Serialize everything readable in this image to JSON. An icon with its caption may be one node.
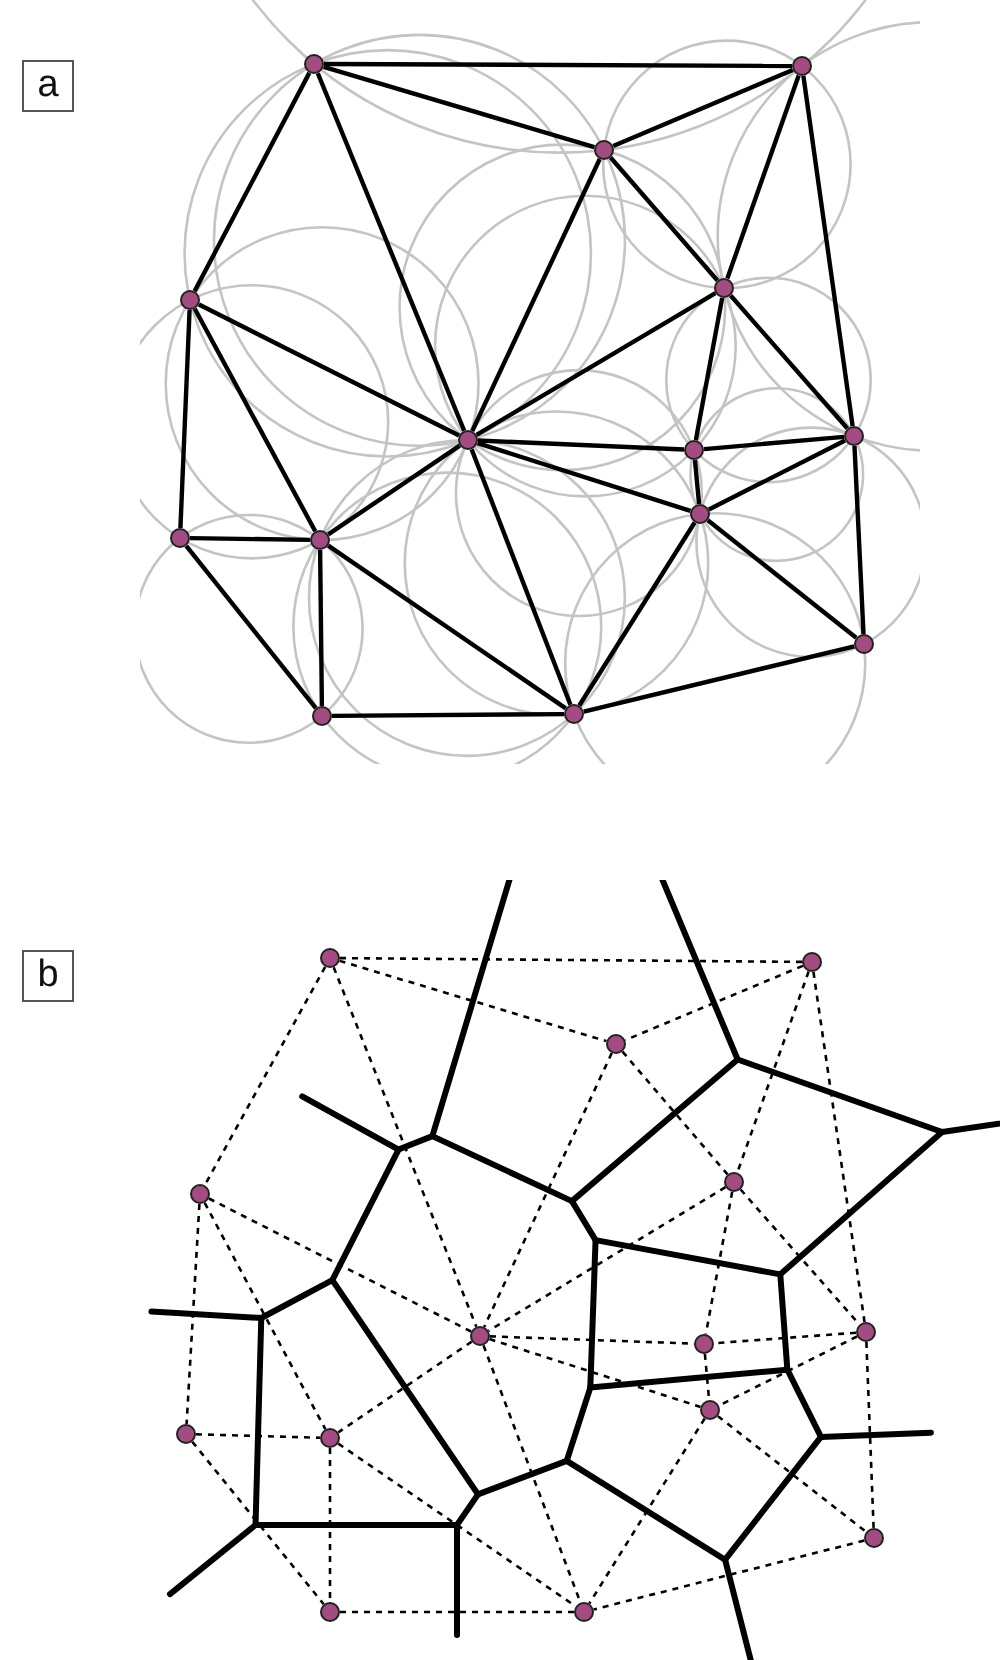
{
  "diagram": {
    "nodes": [
      {
        "text": [
          "a"
        ]
      },
      {
        "text": [],
        "shape": "circle"
      },
      {
        "text": [],
        "shape": "circle"
      },
      {
        "text": [],
        "shape": "circle"
      },
      {
        "text": [],
        "shape": "circle"
      },
      {
        "text": [],
        "shape": "circle"
      },
      {
        "text": [],
        "shape": "circle"
      },
      {
        "text": [],
        "shape": "circle"
      },
      {
        "text": [],
        "shape": "circle"
      },
      {
        "text": [],
        "shape": "circle"
      },
      {
        "text": [],
        "shape": "circle"
      },
      {
        "text": [],
        "shape": "circle"
      },
      {
        "text": [],
        "shape": "circle"
      },
      {
        "text": [],
        "shape": "circle"
      },
      {
        "text": [],
        "shape": "circle"
      },
      {
        "text": [
          "b"
        ]
      },
      {
        "text": [],
        "shape": "circle"
      },
      {
        "text": [],
        "shape": "circle"
      },
      {
        "text": [],
        "shape": "circle"
      },
      {
        "text": [],
        "shape": "circle"
      },
      {
        "text": [],
        "shape": "circle"
      },
      {
        "text": [],
        "shape": "circle"
      },
      {
        "text": [],
        "shape": "circle"
      },
      {
        "text": [],
        "shape": "circle"
      },
      {
        "text": [],
        "shape": "circle"
      },
      {
        "text": [],
        "shape": "circle"
      },
      {
        "text": [],
        "shape": "circle"
      },
      {
        "text": [],
        "shape": "circle"
      },
      {
        "text": [],
        "shape": "circle"
      },
      {
        "text": [],
        "shape": "circle"
      }
    ],
    "edges": [
      {
        "from": 1,
        "to": 2,
        "arrow": "none"
      },
      {
        "from": 1,
        "to": 3,
        "arrow": "none"
      },
      {
        "from": 1,
        "to": 4,
        "arrow": "none"
      },
      {
        "from": 1,
        "to": 6,
        "arrow": "none"
      },
      {
        "from": 2,
        "to": 3,
        "arrow": "none"
      },
      {
        "from": 2,
        "to": 5,
        "arrow": "none"
      },
      {
        "from": 2,
        "to": 7,
        "arrow": "none"
      },
      {
        "from": 3,
        "to": 6,
        "arrow": "none"
      },
      {
        "from": 3,
        "to": 5,
        "arrow": "none"
      },
      {
        "from": 4,
        "to": 6,
        "arrow": "none"
      },
      {
        "from": 4,
        "to": 9,
        "arrow": "none"
      },
      {
        "from": 4,
        "to": 10,
        "arrow": "none"
      },
      {
        "from": 5,
        "to": 6,
        "arrow": "none"
      },
      {
        "from": 5,
        "to": 8,
        "arrow": "none"
      },
      {
        "from": 5,
        "to": 7,
        "arrow": "none"
      },
      {
        "from": 6,
        "to": 8,
        "arrow": "none"
      },
      {
        "from": 6,
        "to": 11,
        "arrow": "none"
      },
      {
        "from": 6,
        "to": 10,
        "arrow": "none"
      },
      {
        "from": 6,
        "to": 14,
        "arrow": "none"
      },
      {
        "from": 7,
        "to": 8,
        "arrow": "none"
      },
      {
        "from": 7,
        "to": 11,
        "arrow": "none"
      },
      {
        "from": 7,
        "to": 12,
        "arrow": "none"
      },
      {
        "from": 8,
        "to": 11,
        "arrow": "none"
      },
      {
        "from": 9,
        "to": 10,
        "arrow": "none"
      },
      {
        "from": 9,
        "to": 13,
        "arrow": "none"
      },
      {
        "from": 10,
        "to": 13,
        "arrow": "none"
      },
      {
        "from": 10,
        "to": 14,
        "arrow": "none"
      },
      {
        "from": 11,
        "to": 14,
        "arrow": "none"
      },
      {
        "from": 11,
        "to": 12,
        "arrow": "none"
      },
      {
        "from": 12,
        "to": 14,
        "arrow": "none"
      },
      {
        "from": 13,
        "to": 14,
        "arrow": "none"
      },
      {
        "from": 16,
        "to": 17,
        "arrow": "none",
        "style": "dashed"
      },
      {
        "from": 16,
        "to": 18,
        "arrow": "none",
        "style": "dashed"
      },
      {
        "from": 16,
        "to": 19,
        "arrow": "none",
        "style": "dashed"
      },
      {
        "from": 16,
        "to": 21,
        "arrow": "none",
        "style": "dashed"
      },
      {
        "from": 17,
        "to": 18,
        "arrow": "none",
        "style": "dashed"
      },
      {
        "from": 17,
        "to": 20,
        "arrow": "none",
        "style": "dashed"
      },
      {
        "from": 17,
        "to": 22,
        "arrow": "none",
        "style": "dashed"
      },
      {
        "from": 18,
        "to": 21,
        "arrow": "none",
        "style": "dashed"
      },
      {
        "from": 18,
        "to": 20,
        "arrow": "none",
        "style": "dashed"
      },
      {
        "from": 19,
        "to": 21,
        "arrow": "none",
        "style": "dashed"
      },
      {
        "from": 19,
        "to": 24,
        "arrow": "none",
        "style": "dashed"
      },
      {
        "from": 19,
        "to": 25,
        "arrow": "none",
        "style": "dashed"
      },
      {
        "from": 20,
        "to": 21,
        "arrow": "none",
        "style": "dashed"
      },
      {
        "from": 20,
        "to": 23,
        "arrow": "none",
        "style": "dashed"
      },
      {
        "from": 20,
        "to": 22,
        "arrow": "none",
        "style": "dashed"
      },
      {
        "from": 21,
        "to": 23,
        "arrow": "none",
        "style": "dashed"
      },
      {
        "from": 21,
        "to": 26,
        "arrow": "none",
        "style": "dashed"
      },
      {
        "from": 21,
        "to": 25,
        "arrow": "none",
        "style": "dashed"
      },
      {
        "from": 21,
        "to": 29,
        "arrow": "none",
        "style": "dashed"
      },
      {
        "from": 22,
        "to": 23,
        "arrow": "none",
        "style": "dashed"
      },
      {
        "from": 22,
        "to": 26,
        "arrow": "none",
        "style": "dashed"
      },
      {
        "from": 22,
        "to": 27,
        "arrow": "none",
        "style": "dashed"
      },
      {
        "from": 23,
        "to": 26,
        "arrow": "none",
        "style": "dashed"
      },
      {
        "from": 24,
        "to": 25,
        "arrow": "none",
        "style": "dashed"
      },
      {
        "from": 24,
        "to": 28,
        "arrow": "none",
        "style": "dashed"
      },
      {
        "from": 25,
        "to": 28,
        "arrow": "none",
        "style": "dashed"
      },
      {
        "from": 25,
        "to": 29,
        "arrow": "none",
        "style": "dashed"
      },
      {
        "from": 26,
        "to": 29,
        "arrow": "none",
        "style": "dashed"
      },
      {
        "from": 26,
        "to": 27,
        "arrow": "none",
        "style": "dashed"
      },
      {
        "from": 27,
        "to": 29,
        "arrow": "none",
        "style": "dashed"
      },
      {
        "from": 28,
        "to": 29,
        "arrow": "none",
        "style": "dashed"
      }
    ]
  }
}
